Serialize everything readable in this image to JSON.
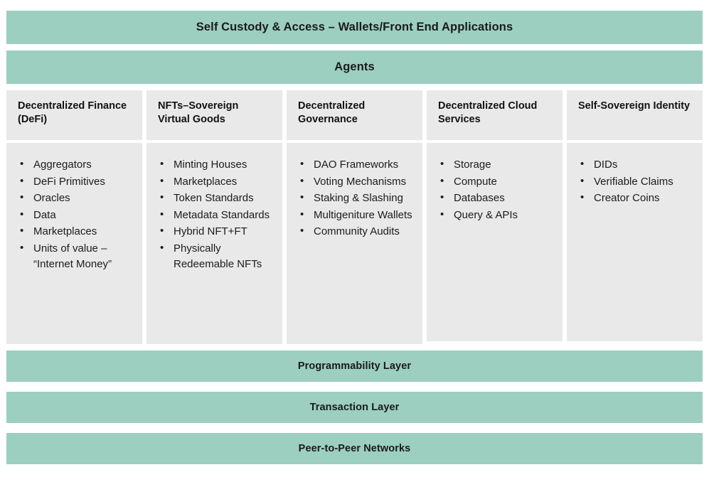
{
  "diagram": {
    "top_bar": {
      "label": "Self Custody & Access – Wallets/Front End Applications"
    },
    "agents_bar": {
      "label": "Agents"
    },
    "columns": [
      {
        "title": "Decentralized Finance (DeFi)",
        "items": [
          "Aggregators",
          "DeFi Primitives",
          "Oracles",
          "Data",
          "Marketplaces",
          "Units of value – “Internet Money”"
        ]
      },
      {
        "title": "NFTs–Sovereign Virtual Goods",
        "items": [
          "Minting Houses",
          "Marketplaces",
          "Token Standards",
          "Metadata Standards",
          "Hybrid NFT+FT",
          "Physically Redeemable NFTs"
        ]
      },
      {
        "title": "Decentralized Governance",
        "items": [
          "DAO Frameworks",
          "Voting Mechanisms",
          "Staking & Slashing",
          "Multigeniture Wallets",
          "Community Audits"
        ]
      },
      {
        "title": "Decentralized Cloud Services",
        "items": [
          "Storage",
          "Compute",
          "Databases",
          "Query & APIs"
        ]
      },
      {
        "title": "Self-Sovereign Identity",
        "items": [
          "DIDs",
          "Verifiable Claims",
          "Creator Coins"
        ]
      }
    ],
    "bottom_bars": [
      {
        "label": "Programmability Layer"
      },
      {
        "label": "Transaction Layer"
      },
      {
        "label": "Peer-to-Peer Networks"
      }
    ],
    "colors": {
      "bar_teal": "#9ccfc0",
      "card_gray": "#e9e9e9",
      "text_dark": "#1a1a1a",
      "page_background": "#ffffff"
    }
  }
}
